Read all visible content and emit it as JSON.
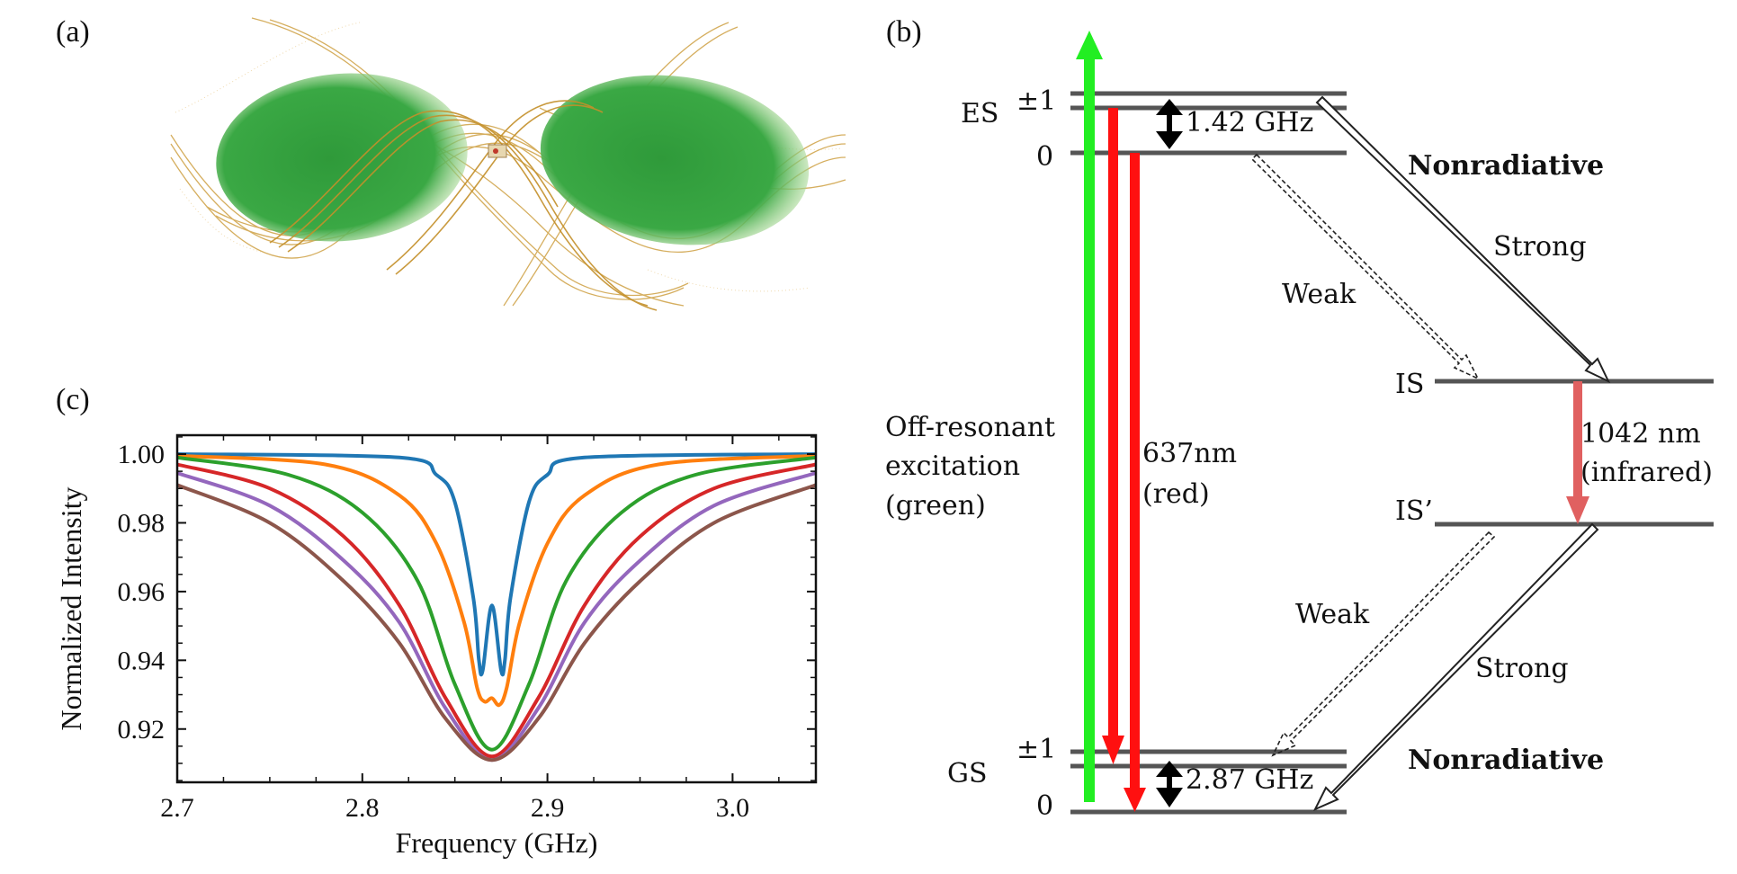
{
  "panels": {
    "a": {
      "label": "(a)"
    },
    "b": {
      "label": "(b)",
      "es_label": "ES",
      "es_pm": "±1",
      "es_zero": "0",
      "es_split": "1.42 GHz",
      "gs_label": "GS",
      "gs_pm": "±1",
      "gs_zero": "0",
      "gs_split": "2.87 GHz",
      "is_label": "IS",
      "isp_label": "IS’",
      "nonrad_top": "Nonradiative",
      "nonrad_bottom": "Nonradiative",
      "strong_top": "Strong",
      "strong_bottom": "Strong",
      "weak_top": "Weak",
      "weak_bottom": "Weak",
      "excitation": [
        "Off-resonant",
        "excitation",
        "(green)"
      ],
      "emission": [
        "637nm",
        "(red)"
      ],
      "infrared": [
        "1042 nm",
        "(infrared)"
      ],
      "colors": {
        "green": "#22ee22",
        "red": "#ff1010",
        "ir": "#e06060",
        "level": "#555555"
      }
    },
    "c": {
      "label": "(c)"
    }
  },
  "chart_data": {
    "type": "line",
    "xlabel": "Frequency (GHz)",
    "ylabel": "Normalized Intensity",
    "xlim": [
      2.7,
      3.045
    ],
    "ylim": [
      0.9045,
      1.0055
    ],
    "xticks": [
      "2.7",
      "2.8",
      "2.9",
      "3.0"
    ],
    "yticks": [
      "1.00",
      "0.98",
      "0.96",
      "0.94",
      "0.92"
    ],
    "grid": false,
    "series": [
      {
        "color": "#1f77b4",
        "x": [
          2.7,
          2.82,
          2.84,
          2.85,
          2.86,
          2.863,
          2.865,
          2.87,
          2.875,
          2.877,
          2.88,
          2.89,
          2.9,
          2.92,
          3.045
        ],
        "y": [
          1.0,
          0.999,
          0.994,
          0.986,
          0.958,
          0.94,
          0.937,
          0.956,
          0.937,
          0.94,
          0.958,
          0.986,
          0.994,
          0.999,
          1.0
        ]
      },
      {
        "color": "#ff7f0e",
        "x": [
          2.7,
          2.78,
          2.82,
          2.84,
          2.855,
          2.862,
          2.866,
          2.87,
          2.874,
          2.878,
          2.885,
          2.9,
          2.92,
          2.96,
          3.045
        ],
        "y": [
          0.9995,
          0.997,
          0.988,
          0.974,
          0.951,
          0.932,
          0.928,
          0.929,
          0.927,
          0.932,
          0.951,
          0.974,
          0.988,
          0.997,
          0.9995
        ]
      },
      {
        "color": "#2ca02c",
        "x": [
          2.7,
          2.76,
          2.8,
          2.83,
          2.85,
          2.87,
          2.89,
          2.91,
          2.94,
          2.98,
          3.045
        ],
        "y": [
          0.999,
          0.994,
          0.983,
          0.963,
          0.933,
          0.914,
          0.933,
          0.963,
          0.983,
          0.994,
          0.999
        ]
      },
      {
        "color": "#d62728",
        "x": [
          2.7,
          2.75,
          2.79,
          2.82,
          2.845,
          2.87,
          2.895,
          2.92,
          2.95,
          2.99,
          3.045
        ],
        "y": [
          0.997,
          0.99,
          0.976,
          0.956,
          0.929,
          0.912,
          0.929,
          0.956,
          0.976,
          0.99,
          0.997
        ]
      },
      {
        "color": "#9467bd",
        "x": [
          2.7,
          2.75,
          2.79,
          2.82,
          2.845,
          2.87,
          2.895,
          2.92,
          2.95,
          2.99,
          3.045
        ],
        "y": [
          0.9945,
          0.985,
          0.969,
          0.951,
          0.926,
          0.911,
          0.926,
          0.951,
          0.969,
          0.985,
          0.9945
        ]
      },
      {
        "color": "#8c564b",
        "x": [
          2.7,
          2.75,
          2.79,
          2.82,
          2.845,
          2.87,
          2.895,
          2.92,
          2.95,
          2.99,
          3.045
        ],
        "y": [
          0.991,
          0.98,
          0.963,
          0.945,
          0.923,
          0.911,
          0.923,
          0.945,
          0.963,
          0.98,
          0.991
        ]
      }
    ]
  }
}
